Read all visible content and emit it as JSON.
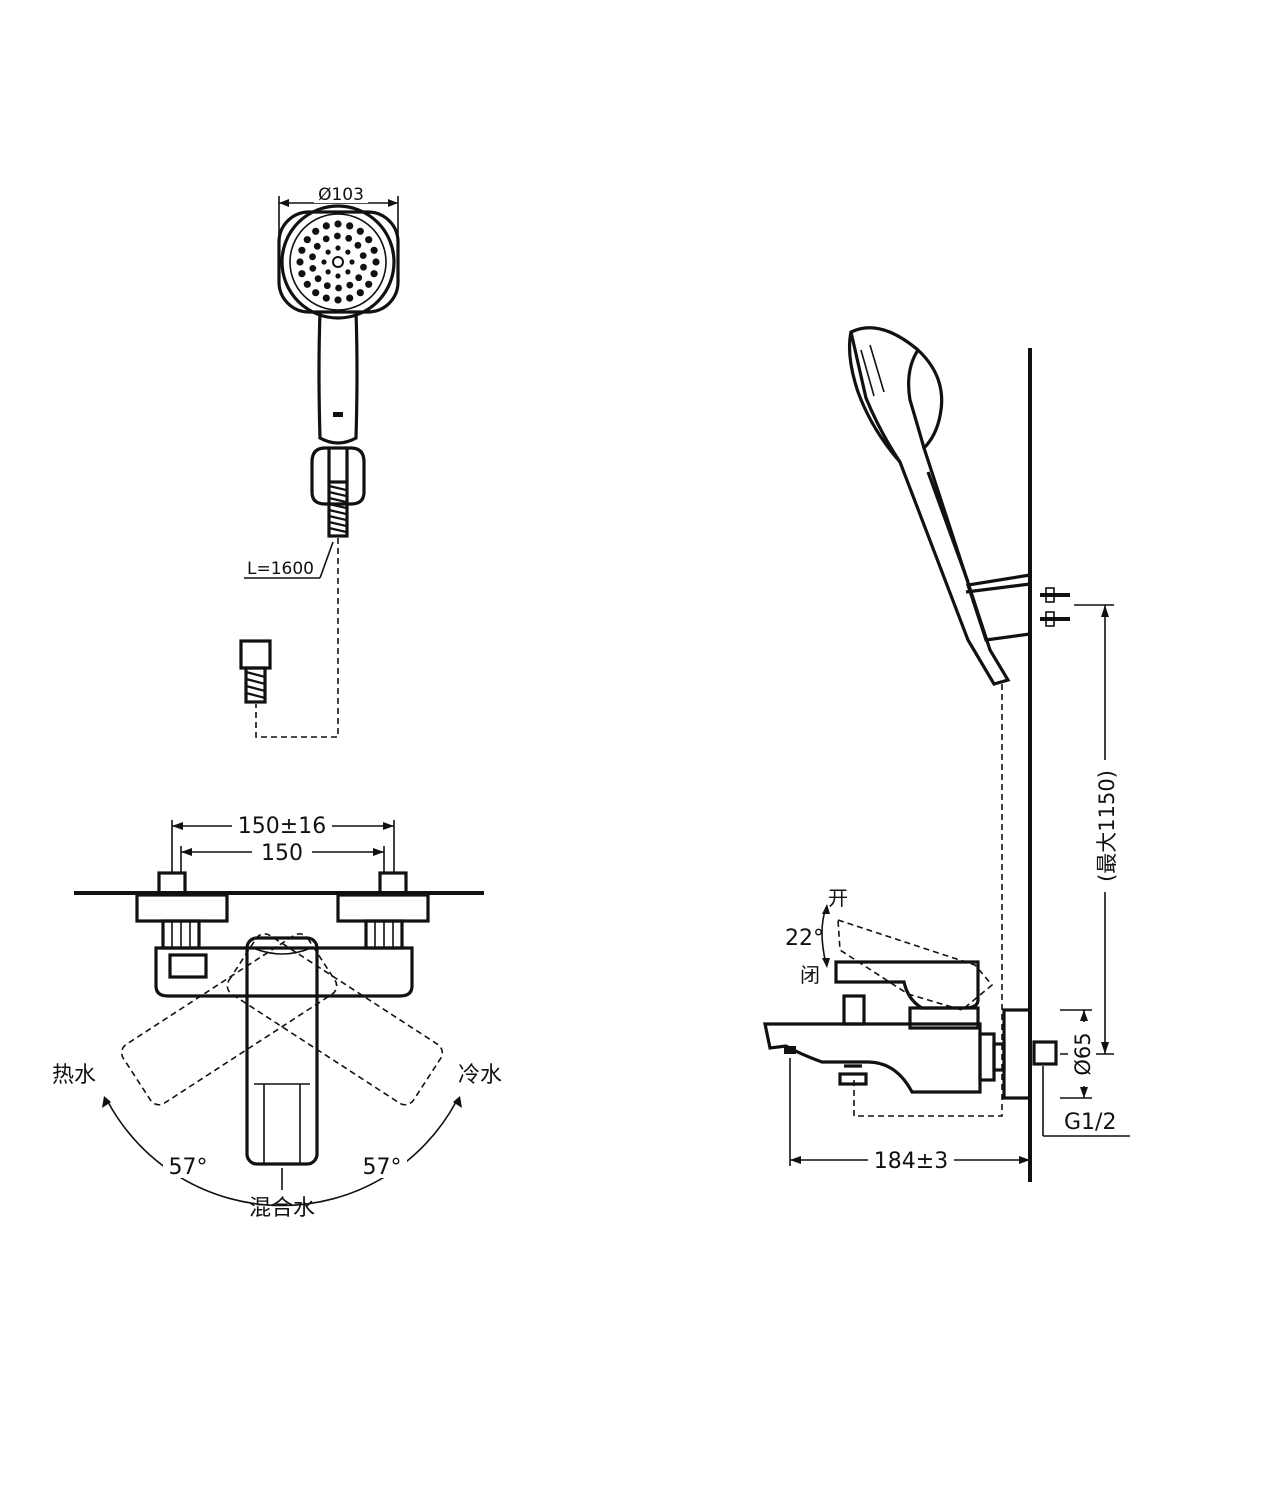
{
  "labels": {
    "head_diameter": "Ø103",
    "hose_length": "L=1600",
    "outer_spacing": "150±16",
    "inner_spacing": "150",
    "hot_water": "热水",
    "cold_water": "冷水",
    "mixed_water": "混合水",
    "angle_left": "57°",
    "angle_right": "57°",
    "open": "开",
    "handle_angle": "22°",
    "closed": "闭",
    "max_height": "(最大1150)",
    "flange_diameter": "Ø65",
    "thread": "G1/2",
    "spout_length": "184±3"
  },
  "colors": {
    "ink": "#111111",
    "background": "#ffffff"
  }
}
